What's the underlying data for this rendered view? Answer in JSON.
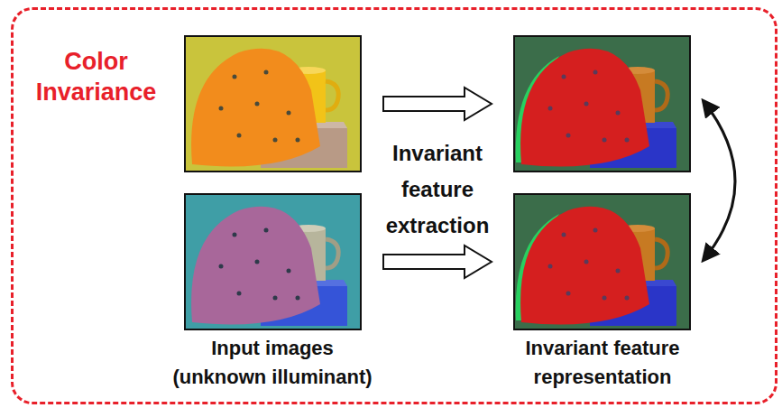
{
  "diagram": {
    "nodes": [
      {
        "text": [
          "Color Invariance"
        ]
      }
    ],
    "labels": [
      "Invariant feature extraction",
      "Input images (unknown illuminant)",
      "Invariant feature representation"
    ]
  }
}
